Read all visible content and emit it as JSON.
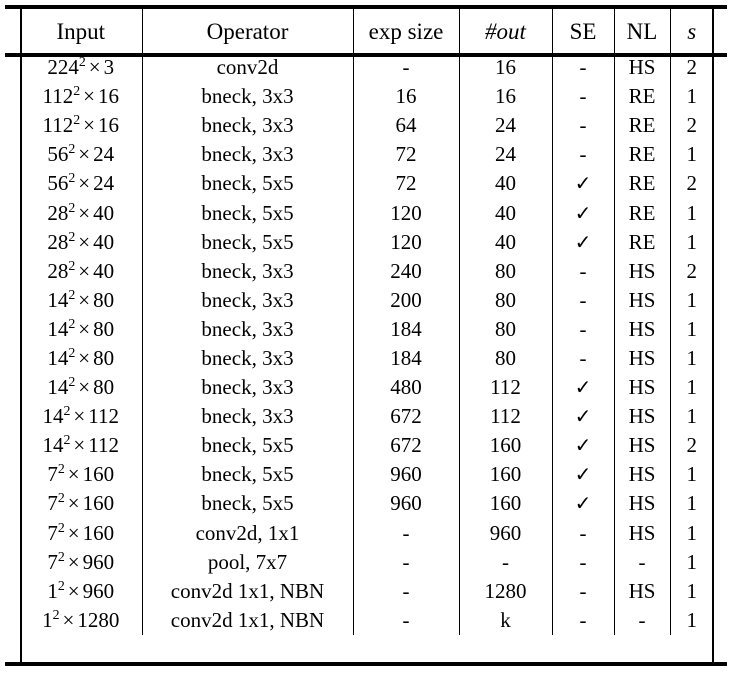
{
  "table": {
    "kind": "architecture-specification-table",
    "style": "booktabs",
    "columns": [
      {
        "key": "input",
        "label": "Input",
        "italic_label": false
      },
      {
        "key": "operator",
        "label": "Operator",
        "italic_label": false
      },
      {
        "key": "exp_size",
        "label": "exp size",
        "italic_label": false
      },
      {
        "key": "num_out",
        "label": "#out",
        "italic_label": true
      },
      {
        "key": "se",
        "label": "SE",
        "italic_label": false
      },
      {
        "key": "nl",
        "label": "NL",
        "italic_label": false
      },
      {
        "key": "stride",
        "label": "s",
        "italic_label": true
      }
    ],
    "symbols": {
      "check": "✓",
      "dash": "-",
      "times": "×"
    },
    "rows": [
      {
        "input_base": "224",
        "input_exp": "2",
        "input_ch": "3",
        "operator": "conv2d",
        "exp_size": "-",
        "num_out": "16",
        "se": "-",
        "nl": "HS",
        "stride": "2"
      },
      {
        "input_base": "112",
        "input_exp": "2",
        "input_ch": "16",
        "operator": "bneck, 3x3",
        "exp_size": "16",
        "num_out": "16",
        "se": "-",
        "nl": "RE",
        "stride": "1"
      },
      {
        "input_base": "112",
        "input_exp": "2",
        "input_ch": "16",
        "operator": "bneck, 3x3",
        "exp_size": "64",
        "num_out": "24",
        "se": "-",
        "nl": "RE",
        "stride": "2"
      },
      {
        "input_base": "56",
        "input_exp": "2",
        "input_ch": "24",
        "operator": "bneck, 3x3",
        "exp_size": "72",
        "num_out": "24",
        "se": "-",
        "nl": "RE",
        "stride": "1"
      },
      {
        "input_base": "56",
        "input_exp": "2",
        "input_ch": "24",
        "operator": "bneck, 5x5",
        "exp_size": "72",
        "num_out": "40",
        "se": "✓",
        "nl": "RE",
        "stride": "2"
      },
      {
        "input_base": "28",
        "input_exp": "2",
        "input_ch": "40",
        "operator": "bneck, 5x5",
        "exp_size": "120",
        "num_out": "40",
        "se": "✓",
        "nl": "RE",
        "stride": "1"
      },
      {
        "input_base": "28",
        "input_exp": "2",
        "input_ch": "40",
        "operator": "bneck, 5x5",
        "exp_size": "120",
        "num_out": "40",
        "se": "✓",
        "nl": "RE",
        "stride": "1"
      },
      {
        "input_base": "28",
        "input_exp": "2",
        "input_ch": "40",
        "operator": "bneck, 3x3",
        "exp_size": "240",
        "num_out": "80",
        "se": "-",
        "nl": "HS",
        "stride": "2"
      },
      {
        "input_base": "14",
        "input_exp": "2",
        "input_ch": "80",
        "operator": "bneck, 3x3",
        "exp_size": "200",
        "num_out": "80",
        "se": "-",
        "nl": "HS",
        "stride": "1"
      },
      {
        "input_base": "14",
        "input_exp": "2",
        "input_ch": "80",
        "operator": "bneck, 3x3",
        "exp_size": "184",
        "num_out": "80",
        "se": "-",
        "nl": "HS",
        "stride": "1"
      },
      {
        "input_base": "14",
        "input_exp": "2",
        "input_ch": "80",
        "operator": "bneck, 3x3",
        "exp_size": "184",
        "num_out": "80",
        "se": "-",
        "nl": "HS",
        "stride": "1"
      },
      {
        "input_base": "14",
        "input_exp": "2",
        "input_ch": "80",
        "operator": "bneck, 3x3",
        "exp_size": "480",
        "num_out": "112",
        "se": "✓",
        "nl": "HS",
        "stride": "1"
      },
      {
        "input_base": "14",
        "input_exp": "2",
        "input_ch": "112",
        "operator": "bneck, 3x3",
        "exp_size": "672",
        "num_out": "112",
        "se": "✓",
        "nl": "HS",
        "stride": "1"
      },
      {
        "input_base": "14",
        "input_exp": "2",
        "input_ch": "112",
        "operator": "bneck, 5x5",
        "exp_size": "672",
        "num_out": "160",
        "se": "✓",
        "nl": "HS",
        "stride": "2"
      },
      {
        "input_base": "7",
        "input_exp": "2",
        "input_ch": "160",
        "operator": "bneck, 5x5",
        "exp_size": "960",
        "num_out": "160",
        "se": "✓",
        "nl": "HS",
        "stride": "1"
      },
      {
        "input_base": "7",
        "input_exp": "2",
        "input_ch": "160",
        "operator": "bneck, 5x5",
        "exp_size": "960",
        "num_out": "160",
        "se": "✓",
        "nl": "HS",
        "stride": "1"
      },
      {
        "input_base": "7",
        "input_exp": "2",
        "input_ch": "160",
        "operator": "conv2d, 1x1",
        "exp_size": "-",
        "num_out": "960",
        "se": "-",
        "nl": "HS",
        "stride": "1"
      },
      {
        "input_base": "7",
        "input_exp": "2",
        "input_ch": "960",
        "operator": "pool, 7x7",
        "exp_size": "-",
        "num_out": "-",
        "se": "-",
        "nl": "-",
        "stride": "1"
      },
      {
        "input_base": "1",
        "input_exp": "2",
        "input_ch": "960",
        "operator": "conv2d 1x1, NBN",
        "exp_size": "-",
        "num_out": "1280",
        "se": "-",
        "nl": "HS",
        "stride": "1"
      },
      {
        "input_base": "1",
        "input_exp": "2",
        "input_ch": "1280",
        "operator": "conv2d 1x1, NBN",
        "exp_size": "-",
        "num_out": "k",
        "se": "-",
        "nl": "-",
        "stride": "1"
      }
    ]
  },
  "colors": {
    "rule": "#000000",
    "text": "#000000",
    "background": "#ffffff"
  }
}
